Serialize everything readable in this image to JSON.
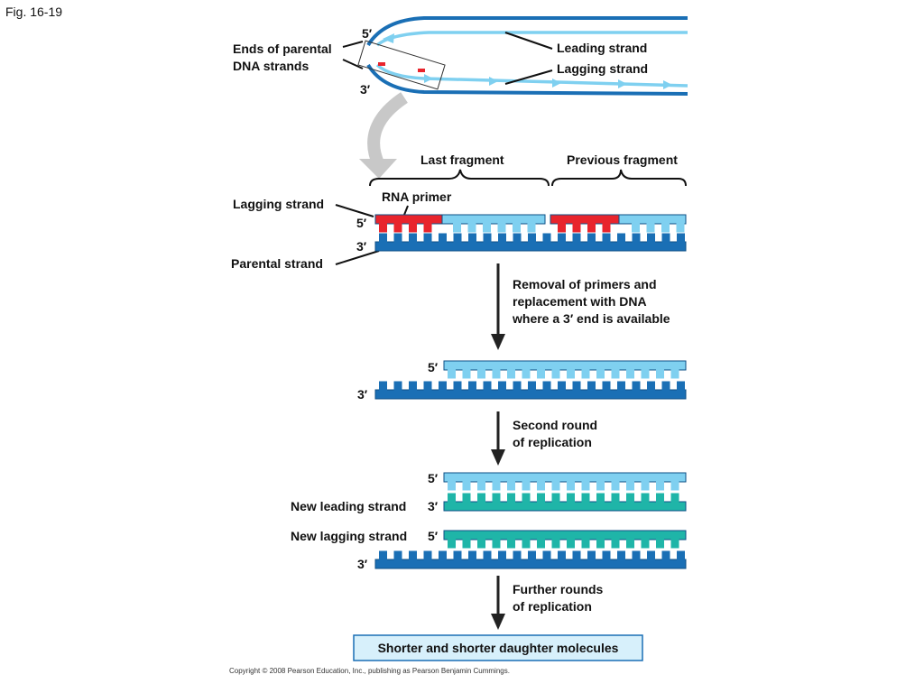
{
  "figure_label": "Fig. 16-19",
  "top": {
    "five_prime": "5′",
    "three_prime": "3′",
    "ends_label": [
      "Ends of parental",
      "DNA strands"
    ],
    "leading_strand": "Leading strand",
    "lagging_strand": "Lagging strand"
  },
  "stage1": {
    "last_fragment": "Last fragment",
    "previous_fragment": "Previous fragment",
    "rna_primer": "RNA primer",
    "lagging_strand": "Lagging strand",
    "parental_strand": "Parental strand",
    "five_prime": "5′",
    "three_prime": "3′"
  },
  "step1_caption": [
    "Removal of primers and",
    "replacement with DNA",
    "where a 3′ end is available"
  ],
  "stage2": {
    "five_prime": "5′",
    "three_prime": "3′"
  },
  "step2_caption": [
    "Second round",
    "of replication"
  ],
  "stage3": {
    "five_prime_a": "5′",
    "three_prime_a": "3′",
    "five_prime_b": "5′",
    "three_prime_b": "3′",
    "new_leading": "New leading strand",
    "new_lagging": "New lagging strand"
  },
  "step3_caption": [
    "Further rounds",
    "of replication"
  ],
  "result": "Shorter and shorter daughter molecules",
  "copyright": "Copyright © 2008 Pearson Education, Inc., publishing as Pearson Benjamin Cummings.",
  "colors": {
    "dark_blue": "#1a6fb5",
    "light_blue": "#7fd0f0",
    "red_primer": "#e8242c",
    "teal": "#1fb5a8",
    "result_box": "#d7f0fb"
  }
}
